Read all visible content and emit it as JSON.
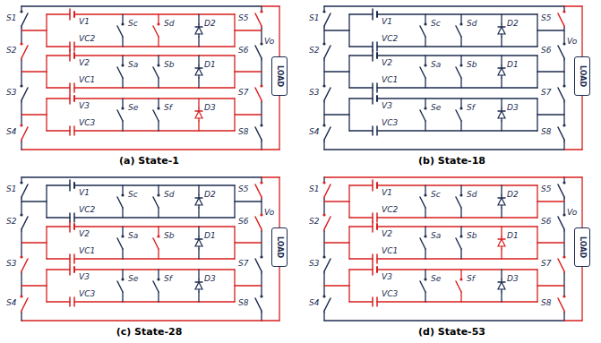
{
  "diagram": {
    "nodes": [
      {
        "text": [
          "(a) State-1"
        ]
      },
      {
        "text": [
          "LOAD"
        ],
        "in": 0
      },
      {
        "text": [
          "(b) State-18"
        ]
      },
      {
        "text": [
          "LOAD"
        ],
        "in": 2
      },
      {
        "text": [
          "(c) State-28"
        ]
      },
      {
        "text": [
          "LOAD"
        ],
        "in": 4
      },
      {
        "text": [
          "(d) State-53"
        ]
      },
      {
        "text": [
          "LOAD"
        ],
        "in": 6
      }
    ],
    "labels": [
      "S1",
      "S2",
      "S3",
      "S4",
      "S5",
      "S6",
      "S7",
      "S8",
      "V1",
      "Sc",
      "Sd",
      "D2",
      "VC2",
      "V2",
      "Sa",
      "Sb",
      "D1",
      "VC1",
      "V3",
      "Se",
      "Sf",
      "D3",
      "VC3",
      "Vo",
      "S1",
      "S2",
      "S3",
      "S4",
      "S5",
      "S6",
      "S7",
      "S8",
      "V1",
      "Sc",
      "Sd",
      "D2",
      "VC2",
      "V2",
      "Sa",
      "Sb",
      "D1",
      "VC1",
      "V3",
      "Se",
      "Sf",
      "D3",
      "VC3",
      "Vo",
      "S1",
      "S2",
      "S3",
      "S4",
      "S5",
      "S6",
      "S7",
      "S8",
      "V1",
      "Sc",
      "Sd",
      "D2",
      "VC2",
      "V2",
      "Sa",
      "Sb",
      "D1",
      "VC1",
      "V3",
      "Se",
      "Sf",
      "D3",
      "VC3",
      "Vo",
      "S1",
      "S2",
      "S3",
      "S4",
      "S5",
      "S6",
      "S7",
      "S8",
      "V1",
      "Sc",
      "Sd",
      "D2",
      "VC2",
      "V2",
      "Sa",
      "Sb",
      "D1",
      "VC1",
      "V3",
      "Se",
      "Sf",
      "D3",
      "VC3",
      "Vo"
    ]
  }
}
